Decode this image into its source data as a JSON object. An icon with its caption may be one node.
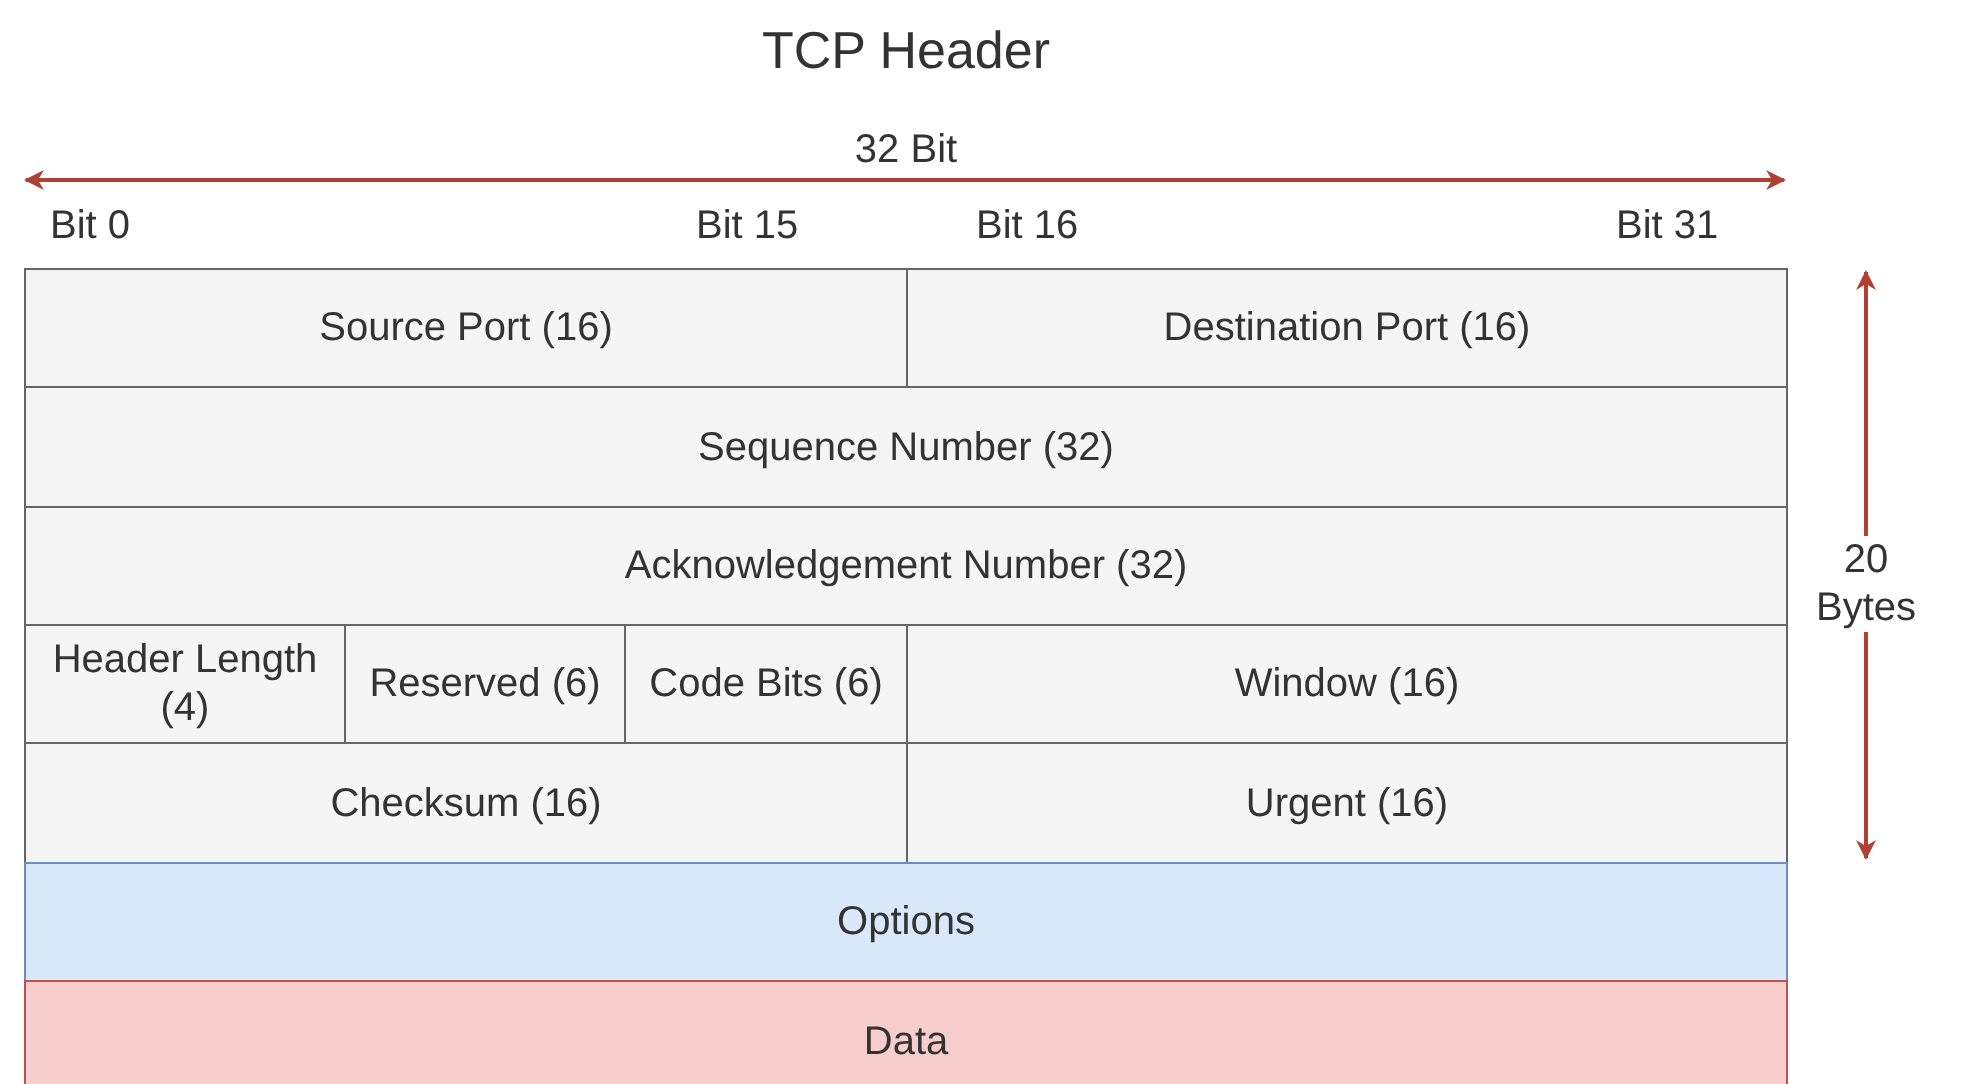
{
  "diagram": {
    "title": "TCP Header",
    "nodes": [
      {
        "text": [
          "Source Port (16)"
        ]
      },
      {
        "text": [
          "Destination Port (16)"
        ]
      },
      {
        "text": [
          "Sequence Number (32)"
        ]
      },
      {
        "text": [
          "Acknowledgement Number (32)"
        ]
      },
      {
        "text": [
          "Header Length (4)"
        ]
      },
      {
        "text": [
          "Reserved (6)"
        ]
      },
      {
        "text": [
          "Code Bits (6)"
        ]
      },
      {
        "text": [
          "Window (16)"
        ]
      },
      {
        "text": [
          "Checksum (16)"
        ]
      },
      {
        "text": [
          "Urgent (16)"
        ]
      },
      {
        "text": [
          "Options"
        ]
      },
      {
        "text": [
          "Data"
        ]
      }
    ],
    "edges": [],
    "labels": [
      "32 Bit",
      "Bit 0",
      "Bit 15",
      "Bit 16",
      "Bit 31",
      "20 Bytes"
    ]
  }
}
